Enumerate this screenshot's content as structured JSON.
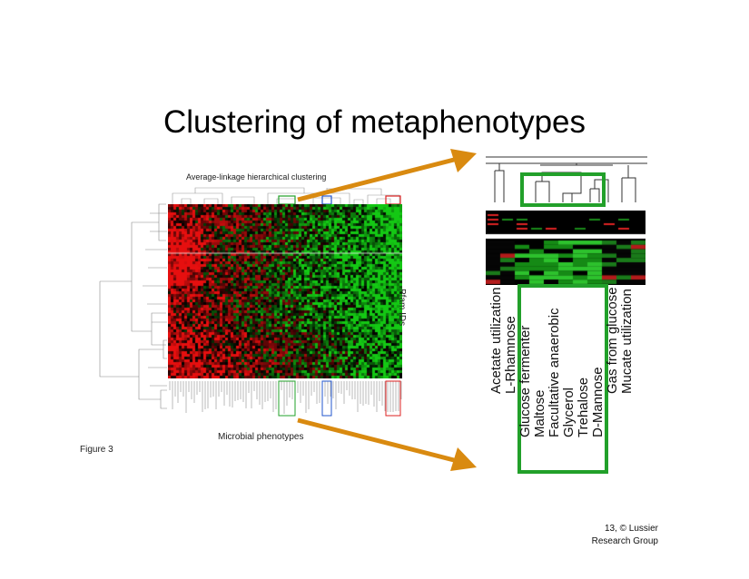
{
  "slide": {
    "title": "Clustering of metaphenotypes",
    "top_caption": "Average-linkage hierarchical clustering",
    "bottom_caption": "Microbial phenotypes",
    "row_axis_label": "Pfam IDs",
    "figure_label": "Figure 3",
    "footer_line1": "13, © Lussier",
    "footer_line2": "Research Group"
  },
  "zoom_panel": {
    "phenotypes": [
      "Acetate utilization",
      "L-Rhamnose",
      "Glucose fermenter",
      "Maltose",
      "Facultative anaerobic",
      "Glycerol",
      "Trehalose",
      "D-Mannose",
      "Gas from glucose",
      "Mucate utilization"
    ],
    "highlight_color": "#22a02a"
  },
  "colors": {
    "arrow": "#d98a10",
    "cluster_green": "#22a02a",
    "cluster_blue": "#2255cc",
    "cluster_red": "#dd2222"
  }
}
